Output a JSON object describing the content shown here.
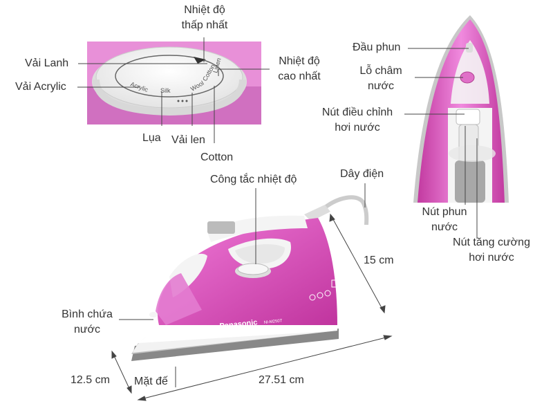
{
  "dial": {
    "lowest_temp": [
      "Nhiệt độ",
      "thấp nhất"
    ],
    "highest_temp": [
      "Nhiệt độ",
      "cao nhất"
    ],
    "linen": "Vải Lanh",
    "acrylic": "Vải Acrylic",
    "silk": "Lụa",
    "wool": "Vải len",
    "cotton": "Cotton",
    "dial_text": {
      "acrylic": "Acrylic",
      "silk": "Silk",
      "wool": "Wool",
      "cotton": "Cotton",
      "linen": "Linen"
    }
  },
  "iron_top": {
    "nozzle": "Đầu phun",
    "spray_hole": [
      "Lỗ châm",
      "nước"
    ],
    "steam_control": [
      "Nút điều chỉnh",
      "hơi nước"
    ],
    "spray_button": [
      "Nút phun",
      "nước"
    ],
    "burst_button": [
      "Nút tăng cường",
      "hơi nước"
    ]
  },
  "iron_side": {
    "temp_switch": "Công tắc nhiệt độ",
    "power_cord": "Dây điện",
    "water_tank": [
      "Bình chứa",
      "nước"
    ],
    "soleplate": "Mặt đế",
    "brand": "Panasonic",
    "model": "NI-M250T"
  },
  "dimensions": {
    "height": "15 cm",
    "width": "12.5 cm",
    "length": "27.51 cm"
  },
  "colors": {
    "body_pink": "#e060c0",
    "dark_pink": "#b03090",
    "white": "#f4f4f4",
    "gray": "#b8b8b8",
    "line": "#444444"
  }
}
